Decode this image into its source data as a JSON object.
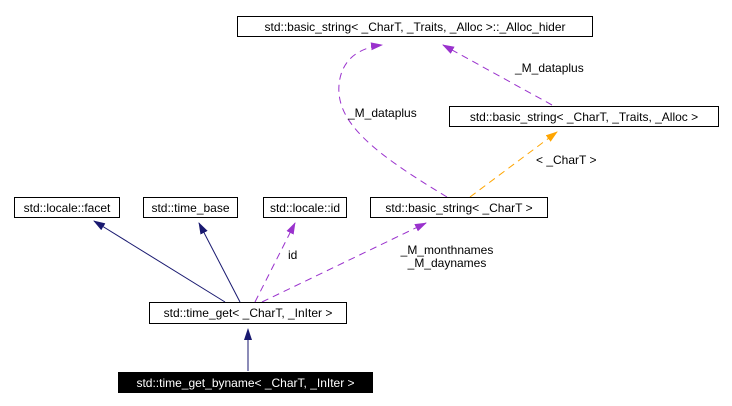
{
  "diagram": {
    "type": "class-collaboration-diagram",
    "nodes": {
      "alloc_hider": {
        "label": "std::basic_string< _CharT, _Traits, _Alloc >::_Alloc_hider"
      },
      "basic_string_full": {
        "label": "std::basic_string< _CharT, _Traits, _Alloc >"
      },
      "locale_facet": {
        "label": "std::locale::facet"
      },
      "time_base": {
        "label": "std::time_base"
      },
      "locale_id": {
        "label": "std::locale::id"
      },
      "basic_string_chart": {
        "label": "std::basic_string< _CharT >"
      },
      "time_get": {
        "label": "std::time_get< _CharT, _InIter >"
      },
      "time_get_byname": {
        "label": "std::time_get_byname< _CharT, _InIter >"
      }
    },
    "edge_labels": {
      "dataplus_left": "_M_dataplus",
      "dataplus_right": "_M_dataplus",
      "template_args": "< _CharT >",
      "id_member": "id",
      "monthnames": "_M_monthnames",
      "daynames": "_M_daynames"
    },
    "colors": {
      "inheritance_edge": "#191970",
      "usage_edge": "#9a32cd",
      "template_edge": "#ffa500",
      "node_border": "#000000",
      "node_fill": "#ffffff",
      "focus_node_fill": "#000000",
      "focus_node_text": "#ffffff",
      "background": "#ffffff"
    }
  }
}
